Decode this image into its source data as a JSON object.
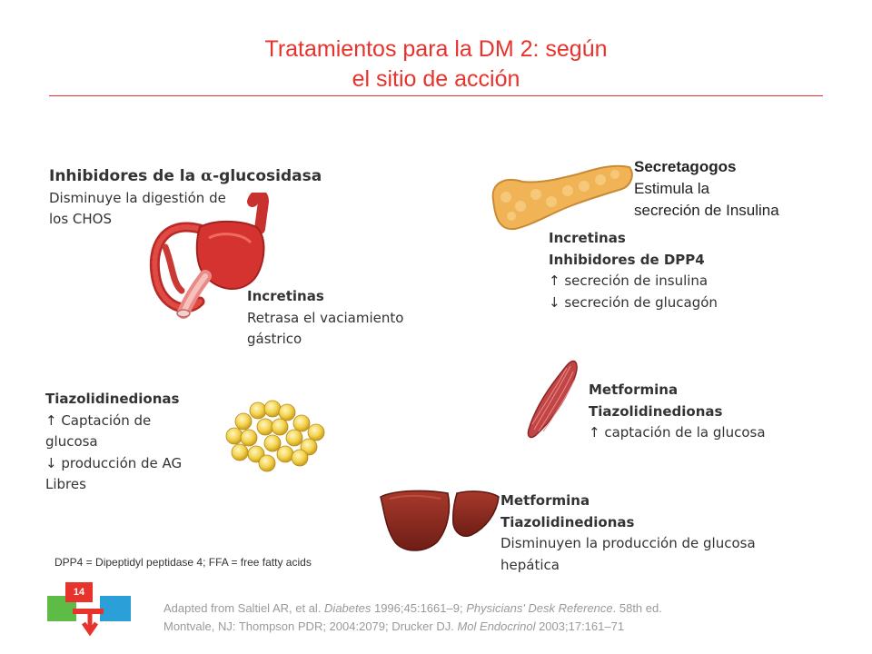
{
  "title": {
    "line1": "Tratamientos para la DM 2: según",
    "line2": "el sitio de acción"
  },
  "alpha": {
    "heading_prefix": "Inhibidores de la ",
    "heading_symbol": "α",
    "heading_suffix": "-glucosidasa",
    "desc_line1": "Disminuye la  digestión de",
    "desc_line2": "los CHOS"
  },
  "stomach": {
    "heading": "Incretinas",
    "line1": "Retrasa el vaciamiento",
    "line2": "gástrico"
  },
  "secretagogos": {
    "heading": "Secretagogos",
    "line1": "Estimula la",
    "line2": "secreción de Insulina"
  },
  "pancreas": {
    "line1": "Incretinas",
    "line2": "Inhibidores de DPP4",
    "line3": "↑ secreción de insulina",
    "line4": "↓ secreción de glucagón"
  },
  "tzd_fat": {
    "heading": "Tiazolidinedionas",
    "line1": "↑ Captación de",
    "line2": "glucosa",
    "line3": "↓ producción de AG",
    "line4": "Libres"
  },
  "muscle": {
    "line1": "Metformina",
    "line2": "Tiazolidinedionas",
    "line3": "↑ captación de la glucosa"
  },
  "liver": {
    "line1": "Metformina",
    "line2": "Tiazolidinedionas",
    "line3": "Disminuyen la producción de glucosa",
    "line4": "hepática"
  },
  "footnote": "DPP4 = Dipeptidyl peptidase 4; FFA = free fatty acids",
  "page_number": "14",
  "citation": {
    "part1": "Adapted from Saltiel AR, et al. ",
    "journal1": "Diabetes",
    "part2": " 1996;45:1661–9; ",
    "journal2": "Physicians' Desk Reference",
    "part3": ". 58th ed.",
    "part4": "Montvale, NJ: Thompson PDR; 2004:2079; Drucker DJ. ",
    "journal3": "Mol Endocrinol",
    "part5": " 2003;17:161–71"
  },
  "colors": {
    "accent": "#e8322c",
    "organ_red": "#c8312e",
    "liver": "#8b2a20",
    "fat": "#f2d24a",
    "pancreas": "#f0b356"
  }
}
